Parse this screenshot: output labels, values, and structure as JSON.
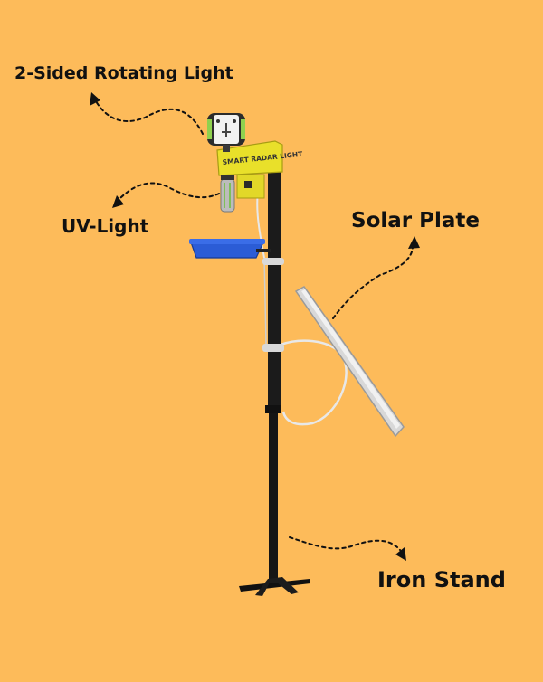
{
  "labels": {
    "rotating_light": "2-Sided Rotating Light",
    "uv_light": "UV-Light",
    "solar_plate": "Solar Plate",
    "iron_stand": "Iron Stand"
  },
  "device": {
    "panel_text": "SMART RADAR LIGHT"
  },
  "colors": {
    "background": "#FDBB5A",
    "pole": "#1a1a1a",
    "housing": "#E9E02A",
    "tray": "#2B5CD6",
    "solar_frame": "#DADADA"
  }
}
